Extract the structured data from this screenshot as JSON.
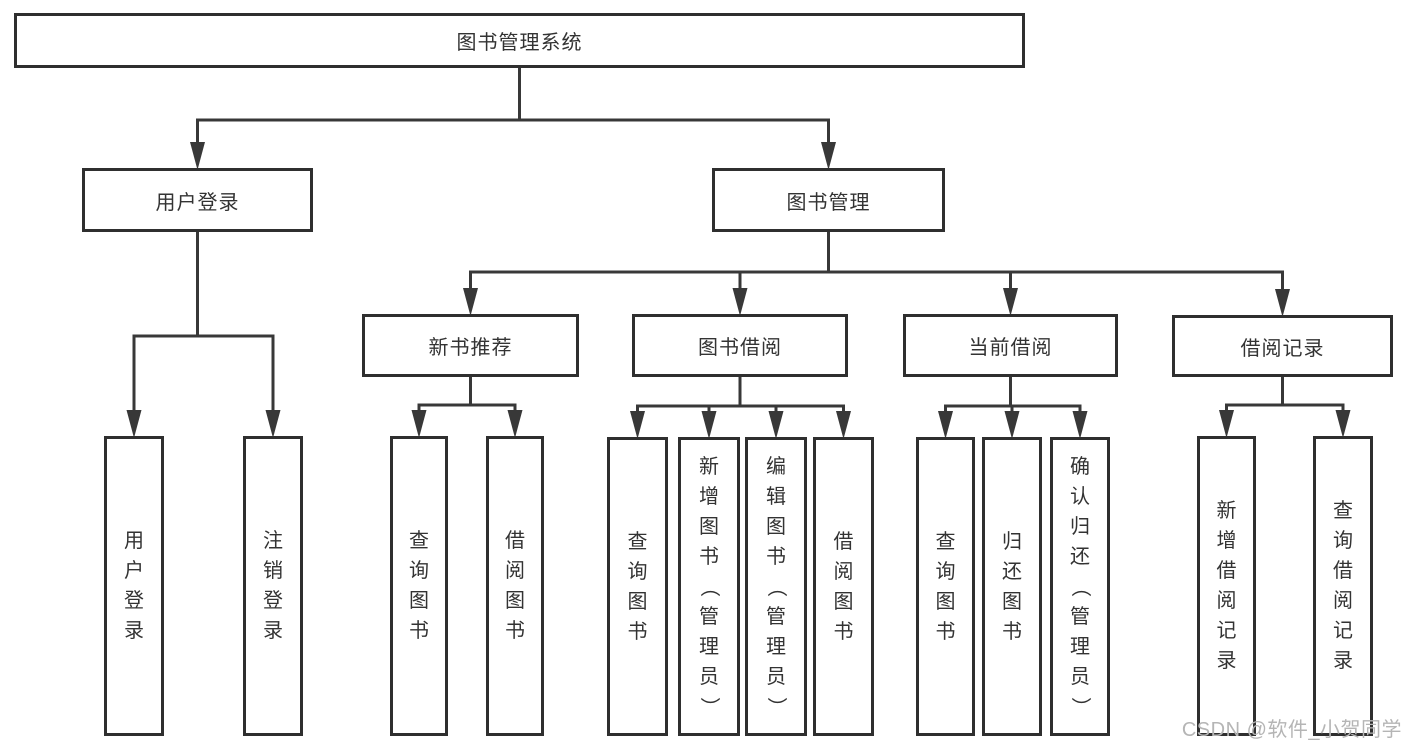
{
  "diagram": {
    "type": "hierarchy-diagram",
    "watermark": "CSDN @软件_小贺同学",
    "colors": {
      "background": "#ffffff",
      "line": "#383838",
      "box_border": "#2f2f2f",
      "text": "#333333",
      "watermark": "#b5b5b5"
    },
    "tree": {
      "id": "root",
      "label": "图书管理系统",
      "children": [
        {
          "id": "user-login",
          "label": "用户登录",
          "children": [
            {
              "id": "leaf-user-login",
              "label": "用户登录"
            },
            {
              "id": "leaf-logout",
              "label": "注销登录"
            }
          ]
        },
        {
          "id": "book-mgmt",
          "label": "图书管理",
          "children": [
            {
              "id": "new-books",
              "label": "新书推荐",
              "children": [
                {
                  "id": "nb-query",
                  "label": "查询图书"
                },
                {
                  "id": "nb-borrow",
                  "label": "借阅图书"
                }
              ]
            },
            {
              "id": "book-borrow",
              "label": "图书借阅",
              "children": [
                {
                  "id": "bb-query",
                  "label": "查询图书"
                },
                {
                  "id": "bb-add",
                  "label": "新增图书（管理员）"
                },
                {
                  "id": "bb-edit",
                  "label": "编辑图书（管理员）"
                },
                {
                  "id": "bb-borrow",
                  "label": "借阅图书"
                }
              ]
            },
            {
              "id": "current-borrow",
              "label": "当前借阅",
              "children": [
                {
                  "id": "cb-query",
                  "label": "查询图书"
                },
                {
                  "id": "cb-return",
                  "label": "归还图书"
                },
                {
                  "id": "cb-confirm",
                  "label": "确认归还（管理员）"
                }
              ]
            },
            {
              "id": "borrow-records",
              "label": "借阅记录",
              "children": [
                {
                  "id": "br-add",
                  "label": "新增借阅记录"
                },
                {
                  "id": "br-query",
                  "label": "查询借阅记录"
                }
              ]
            }
          ]
        }
      ]
    }
  }
}
